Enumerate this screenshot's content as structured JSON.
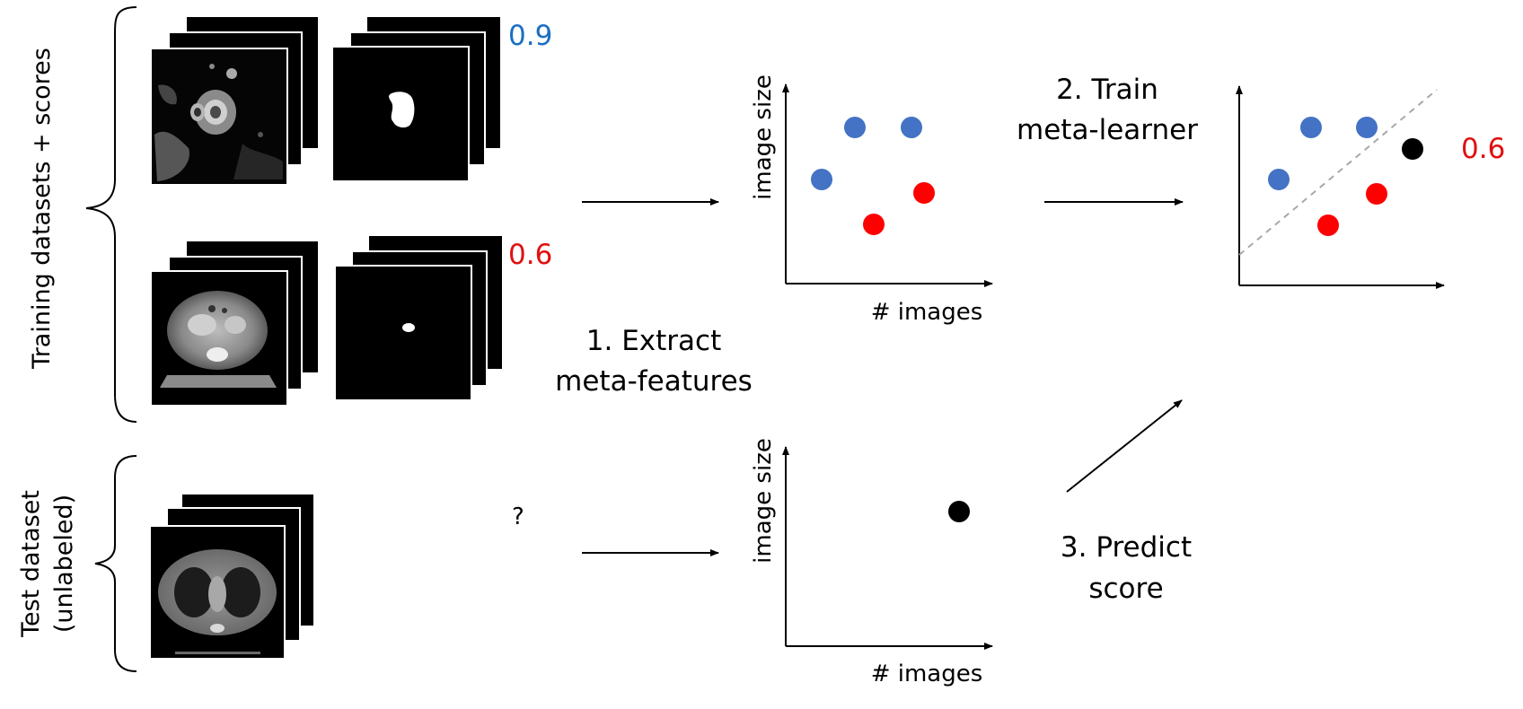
{
  "left_labels": {
    "training": "Training datasets + scores",
    "test_line1": "Test dataset",
    "test_line2": "(unlabeled)"
  },
  "scores": {
    "dataset1": "0.9",
    "dataset2": "0.6",
    "predicted": "0.6"
  },
  "unknown_score": "?",
  "steps": {
    "step1_line1": "1.  Extract",
    "step1_line2": "meta-features",
    "step2_line1": "2. Train",
    "step2_line2": "meta-learner",
    "step3_line1": "3. Predict",
    "step3_line2": "score"
  },
  "axis_labels": {
    "y": "image size",
    "x": "# images"
  },
  "colors": {
    "blue_score": "#1a6fc2",
    "red_score": "#e01010",
    "blue_point": "#4472c4",
    "red_point": "#ff0000",
    "test_point": "#000000"
  },
  "icons": [
    "medical-image-stack-icon",
    "segmentation-mask-stack-icon"
  ]
}
